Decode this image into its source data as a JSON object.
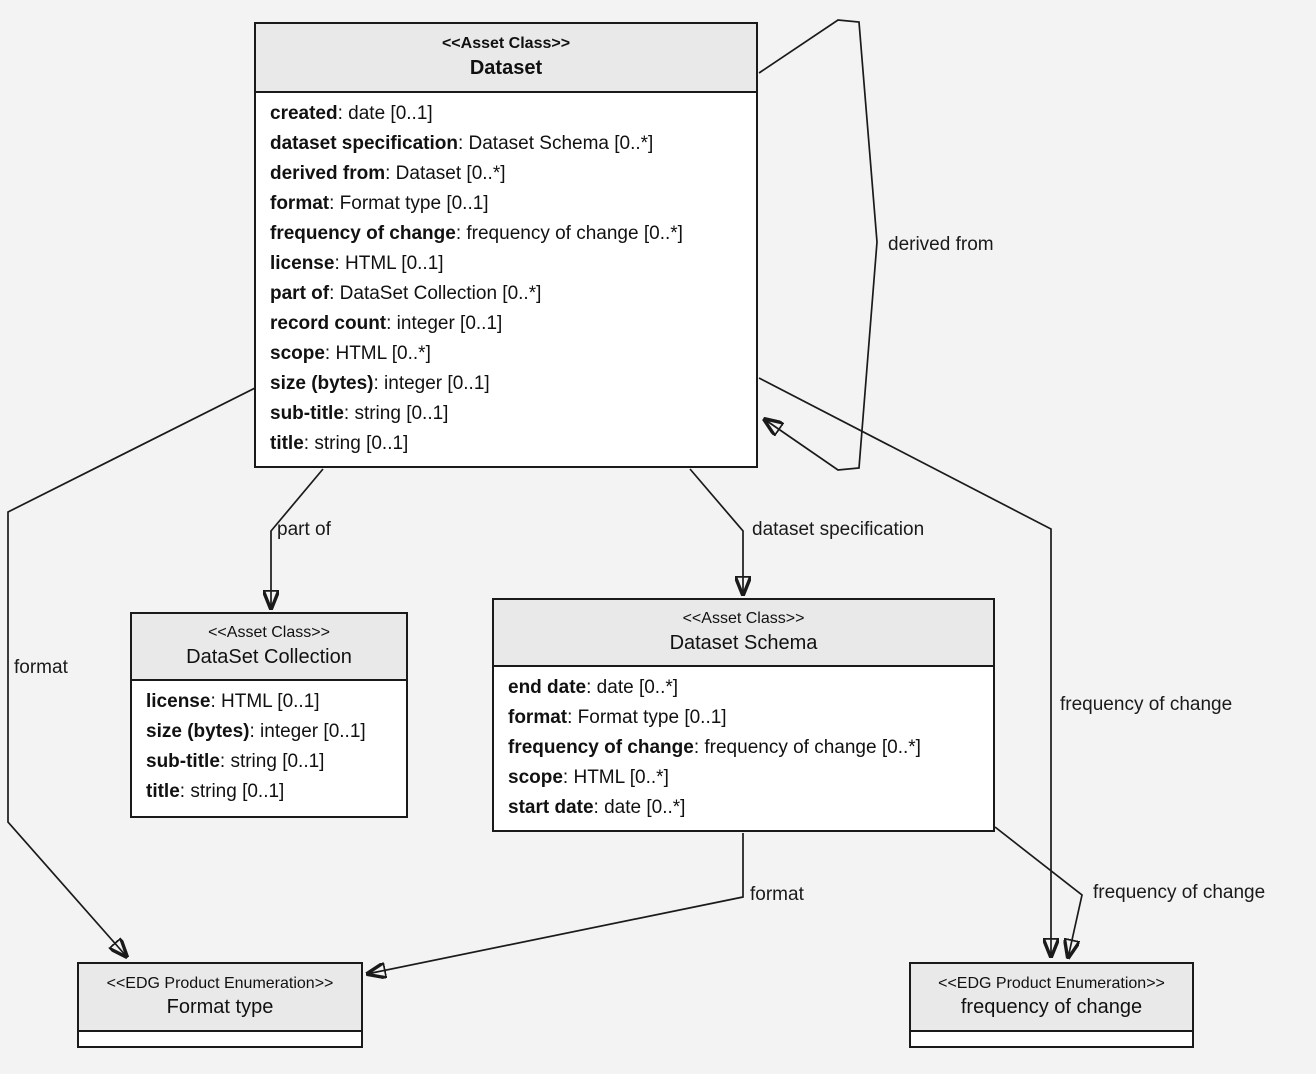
{
  "diagram": {
    "classes": {
      "dataset": {
        "stereotype": "<<Asset Class>>",
        "title": "Dataset",
        "attributes": [
          {
            "name": "created",
            "type": "date [0..1]"
          },
          {
            "name": "dataset specification",
            "type": "Dataset Schema [0..*]"
          },
          {
            "name": "derived from",
            "type": "Dataset [0..*]"
          },
          {
            "name": "format",
            "type": "Format type [0..1]"
          },
          {
            "name": "frequency of change",
            "type": "frequency of change [0..*]"
          },
          {
            "name": "license",
            "type": "HTML [0..1]"
          },
          {
            "name": "part of",
            "type": "DataSet Collection [0..*]"
          },
          {
            "name": "record count",
            "type": "integer [0..1]"
          },
          {
            "name": "scope",
            "type": "HTML [0..*]"
          },
          {
            "name": "size (bytes)",
            "type": "integer [0..1]"
          },
          {
            "name": "sub-title",
            "type": "string [0..1]"
          },
          {
            "name": "title",
            "type": "string [0..1]"
          }
        ]
      },
      "collection": {
        "stereotype": "<<Asset Class>>",
        "title": "DataSet Collection",
        "attributes": [
          {
            "name": "license",
            "type": "HTML [0..1]"
          },
          {
            "name": "size (bytes)",
            "type": "integer [0..1]"
          },
          {
            "name": "sub-title",
            "type": "string [0..1]"
          },
          {
            "name": "title",
            "type": "string [0..1]"
          }
        ]
      },
      "schema": {
        "stereotype": "<<Asset Class>>",
        "title": "Dataset Schema",
        "attributes": [
          {
            "name": "end date",
            "type": "date [0..*]"
          },
          {
            "name": "format",
            "type": "Format type [0..1]"
          },
          {
            "name": "frequency of change",
            "type": "frequency of change [0..*]"
          },
          {
            "name": "scope",
            "type": "HTML [0..*]"
          },
          {
            "name": "start date",
            "type": "date [0..*]"
          }
        ]
      },
      "format_type": {
        "stereotype": "<<EDG Product Enumeration>>",
        "title": "Format type",
        "attributes": []
      },
      "frequency_of_change": {
        "stereotype": "<<EDG Product Enumeration>>",
        "title": "frequency of change",
        "attributes": []
      }
    },
    "edge_labels": {
      "derived_from": "derived from",
      "part_of": "part of",
      "dataset_specification": "dataset specification",
      "format_from_dataset": "format",
      "format_from_schema": "format",
      "frequency_from_dataset": "frequency of change",
      "frequency_from_schema": "frequency of change"
    },
    "colors": {
      "background": "#f3f3f3",
      "header_fill": "#e9e9e9",
      "body_fill": "#ffffff",
      "border": "#1a1a1a",
      "text": "#111111"
    }
  }
}
